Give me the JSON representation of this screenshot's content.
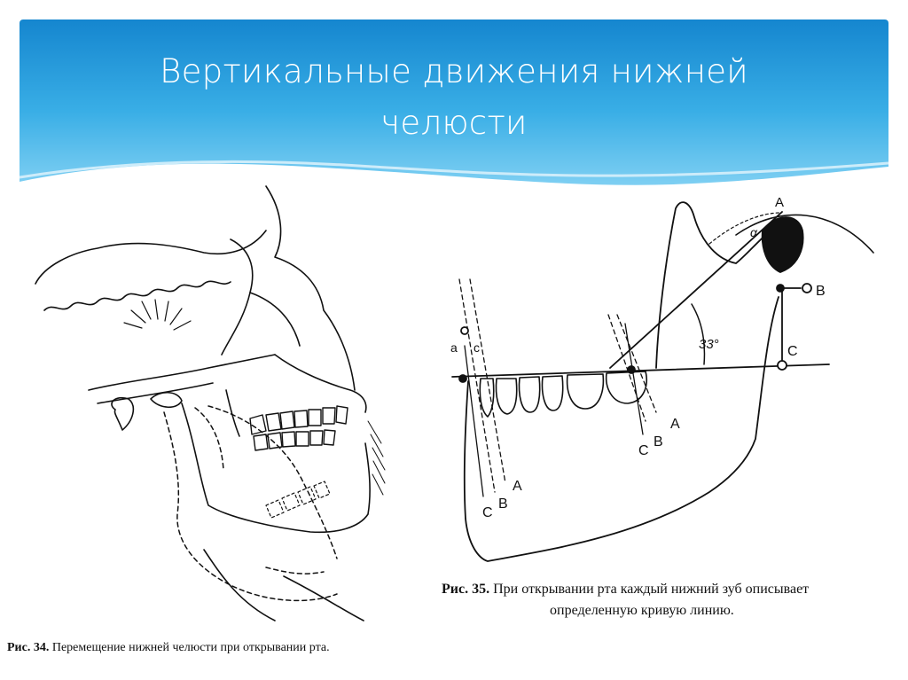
{
  "slide": {
    "title_line1": "Вертикальные движения нижней",
    "title_line2": "челюсти"
  },
  "figure34": {
    "caption_num": "Рис. 34.",
    "caption_text": "Перемещение нижней челюсти при открывании рта."
  },
  "figure35": {
    "caption_num": "Рис. 35.",
    "caption_line1": "При открывании рта каждый нижний зуб описывает",
    "caption_line2": "определенную кривую линию.",
    "angle_label": "33°",
    "point_A_top": "A",
    "point_alpha": "α",
    "point_B_right": "B",
    "point_C_right": "C",
    "point_a_left": "a",
    "point_c_left": "c",
    "incisor_C": "C",
    "incisor_B": "B",
    "incisor_A": "A",
    "molar_C": "C",
    "molar_B": "B",
    "molar_A": "A"
  },
  "colors": {
    "banner_top": "#1586cf",
    "banner_bottom": "#a9dff7",
    "title_text": "#ffffff",
    "drawing": "#111111"
  }
}
